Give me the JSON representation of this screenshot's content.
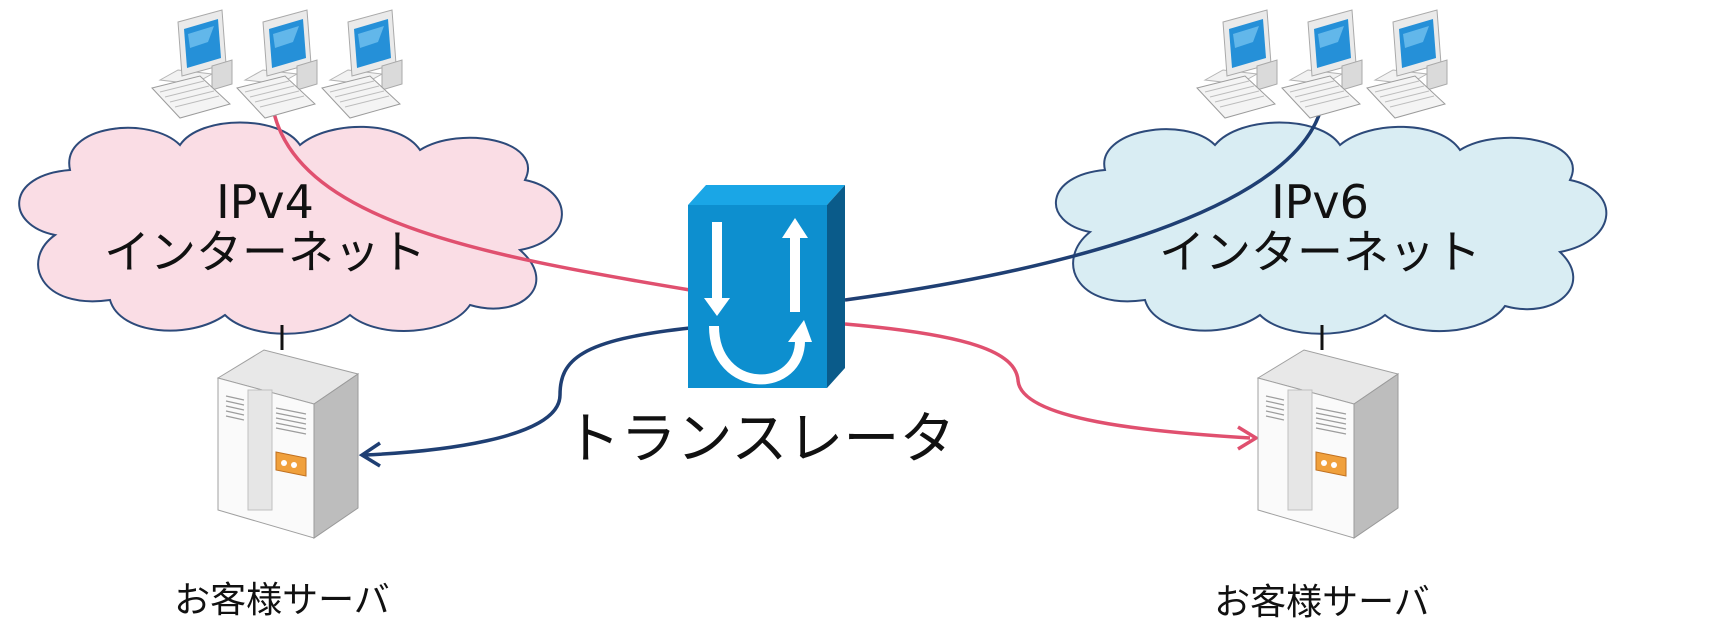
{
  "diagram": {
    "left_cloud": {
      "line1": "IPv4",
      "line2": "インターネット"
    },
    "right_cloud": {
      "line1": "IPv6",
      "line2": "インターネット"
    },
    "translator_label": "トランスレータ",
    "left_server_label": "お客様サーバ",
    "right_server_label": "お客様サーバ"
  },
  "colors": {
    "ipv4_cloud_fill": "#fadde5",
    "ipv6_cloud_fill": "#d9edf3",
    "cloud_stroke": "#2d4a7a",
    "ipv4_path": "#e0506f",
    "ipv6_path": "#1f3f73",
    "translator_face": "#0d8fcf",
    "translator_top": "#1aa6e6",
    "translator_side": "#0a5b8a"
  },
  "icons": [
    "pc-icon",
    "server-icon",
    "translator-icon",
    "cloud-icon"
  ]
}
